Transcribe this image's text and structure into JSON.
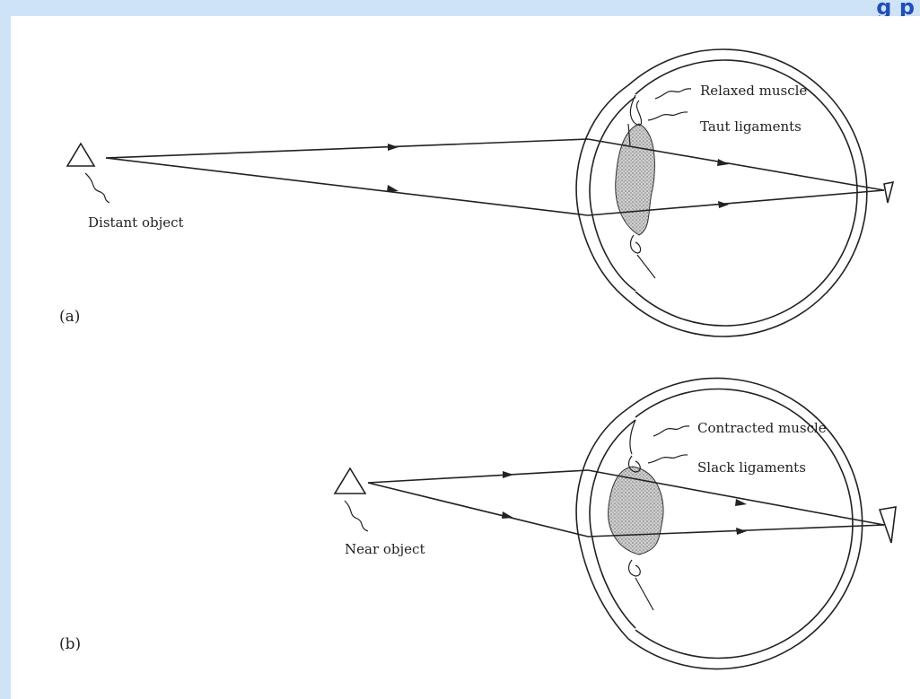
{
  "banner": {
    "text": "g        p"
  },
  "panel_a": {
    "tag": "(a)",
    "object_label": "Distant object",
    "muscle_label": "Relaxed muscle",
    "ligament_label": "Taut ligaments"
  },
  "panel_b": {
    "tag": "(b)",
    "object_label": "Near object",
    "muscle_label": "Contracted muscle",
    "ligament_label": "Slack ligaments"
  },
  "colors": {
    "background_border": "#cfe3f7",
    "banner_text": "#1f4fb8",
    "ink": "#222222",
    "lens_fill": "#9a9a9a"
  }
}
